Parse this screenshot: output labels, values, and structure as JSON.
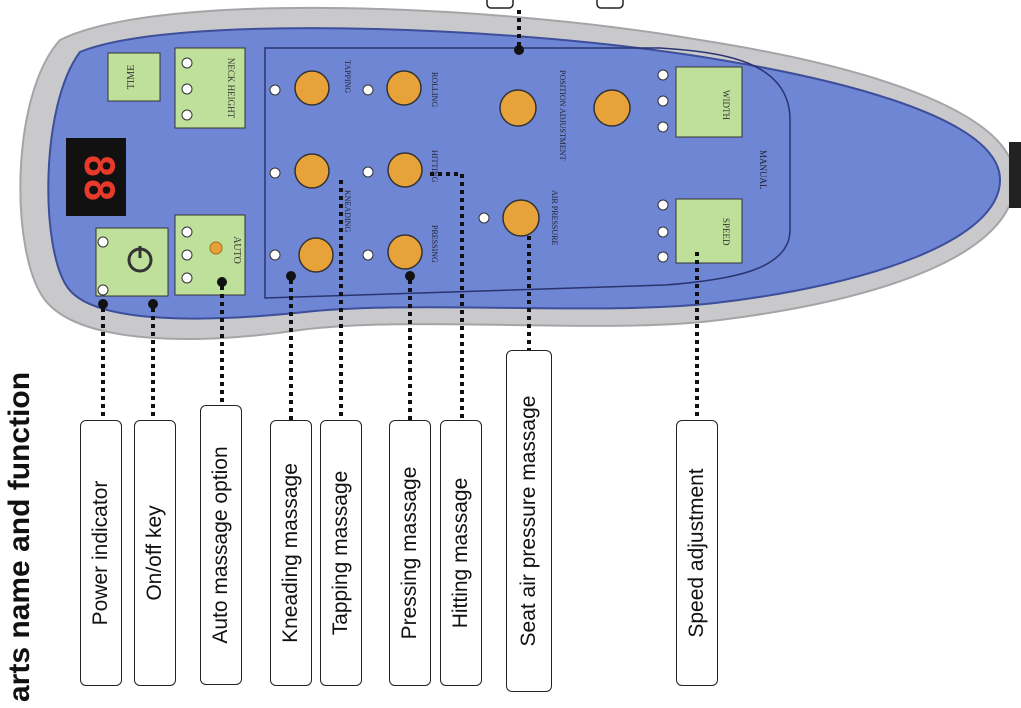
{
  "title": "arts name and function",
  "panel": {
    "time_label": "TIME",
    "neck_height_label": "NECK HEIGHT",
    "display_value": "88",
    "auto_label": "AUTO",
    "width_label": "WIDTH",
    "speed_label": "SPEED",
    "manual_label": "MANUAL",
    "position_adjustment_label": "POSITION ADJUSTMENT",
    "air_pressure_label": "AIR PRESSURE",
    "rolling_label": "ROLLING",
    "tapping_label": "TAPPING",
    "pressing_label": "PRESSING",
    "hitting_label": "HITTING",
    "kneading_label": "KNEADING"
  },
  "callouts": [
    "Power indicator",
    "On/off key",
    "Auto massage option",
    "Kneading massage",
    "Tapping massage",
    "Pressing massage",
    "Hitting massage",
    "Seat air pressure massage",
    "Speed adjustment"
  ],
  "colors": {
    "panel_blue": "#6f86d4",
    "panel_rim": "#c9c9cc",
    "key_green": "#bfe09a",
    "button_orange": "#e8a23a",
    "led_red": "#e8392a"
  }
}
